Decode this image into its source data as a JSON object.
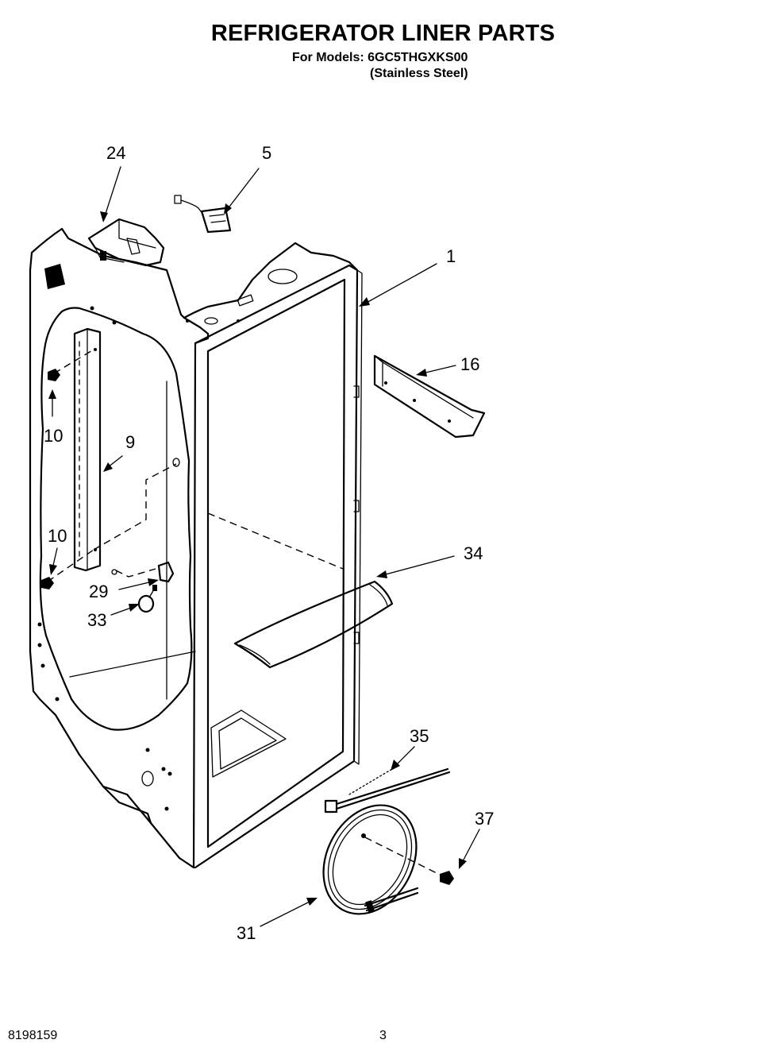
{
  "header": {
    "title": "REFRIGERATOR LINER PARTS",
    "models_line": "For Models: 6GC5THGXKS00",
    "variant_line": "(Stainless Steel)"
  },
  "callouts": [
    {
      "id": "c24",
      "label": "24"
    },
    {
      "id": "c5",
      "label": "5"
    },
    {
      "id": "c1",
      "label": "1"
    },
    {
      "id": "c16",
      "label": "16"
    },
    {
      "id": "c10a",
      "label": "10"
    },
    {
      "id": "c9",
      "label": "9"
    },
    {
      "id": "c10b",
      "label": "10"
    },
    {
      "id": "c29",
      "label": "29"
    },
    {
      "id": "c33",
      "label": "33"
    },
    {
      "id": "c34",
      "label": "34"
    },
    {
      "id": "c35",
      "label": "35"
    },
    {
      "id": "c37",
      "label": "37"
    },
    {
      "id": "c31",
      "label": "31"
    }
  ],
  "footer": {
    "doc_number": "8198159",
    "page_number": "3"
  }
}
